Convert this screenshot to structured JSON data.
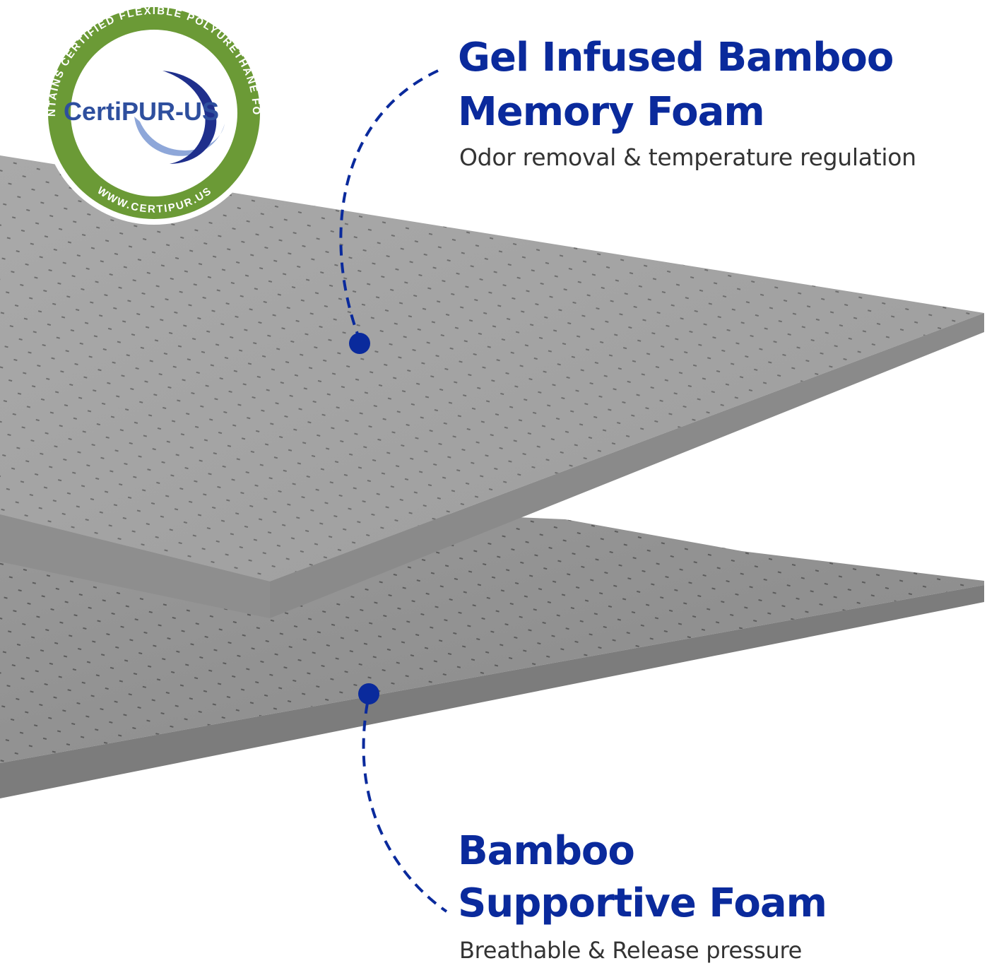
{
  "badge": {
    "brand": "CertiPUR-US",
    "ring_text_top": "CONTAINS CERTIFIED FLEXIBLE POLYURETHANE FOAM",
    "ring_text_bottom": "WWW.CERTIPUR.US",
    "colors": {
      "ring": "#6b9a36",
      "swoosh_dark": "#1f2f8c",
      "swoosh_light": "#8ea7d9",
      "text": "#2e4f9e"
    }
  },
  "top_layer": {
    "title_line1": "Gel Infused Bamboo",
    "title_line2": "Memory Foam",
    "subtitle": "Odor removal & temperature regulation"
  },
  "bottom_layer": {
    "title_line1": "Bamboo",
    "title_line2": "Supportive Foam",
    "subtitle": "Breathable & Release pressure"
  },
  "colors": {
    "accent": "#0a2a9c",
    "dot": "#0a2a9c",
    "foam_top": "#a4a4a4",
    "foam_bottom": "#8f8f8f",
    "foam_edge": "#7a7a7a",
    "perforation": "#6f6f6f"
  }
}
